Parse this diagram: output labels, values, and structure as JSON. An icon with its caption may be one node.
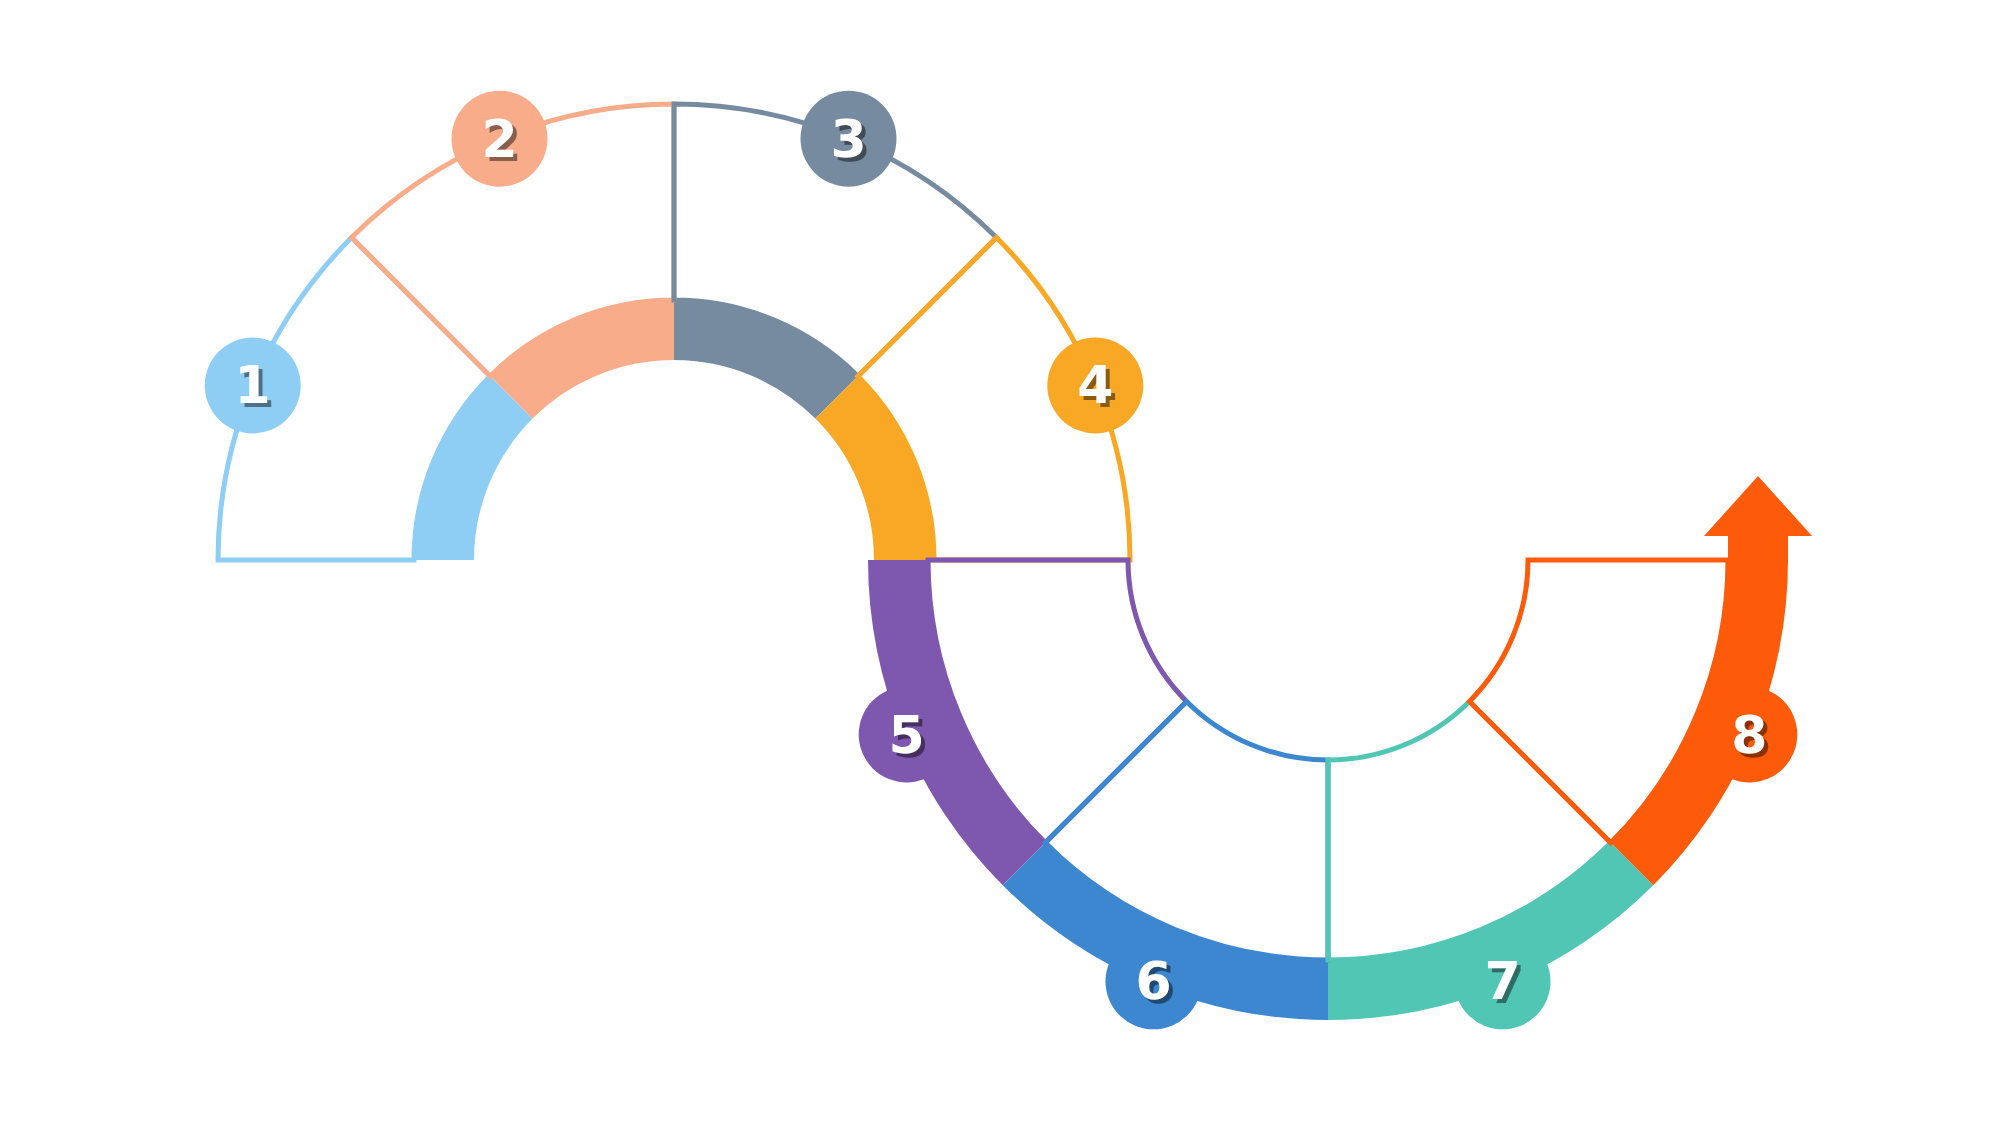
{
  "diagram": {
    "nodes": [
      {
        "text": [
          "1"
        ]
      },
      {
        "text": [
          "2"
        ]
      },
      {
        "text": [
          "3"
        ]
      },
      {
        "text": [
          "4"
        ]
      },
      {
        "text": [
          "5"
        ]
      },
      {
        "text": [
          "6"
        ]
      },
      {
        "text": [
          "7"
        ]
      },
      {
        "text": [
          "8"
        ]
      },
      {
        "text": [],
        "shape": "sector"
      },
      {
        "text": [],
        "shape": "sector"
      },
      {
        "text": [],
        "shape": "sector"
      },
      {
        "text": [],
        "shape": "sector"
      },
      {
        "text": [],
        "shape": "sector"
      },
      {
        "text": [],
        "shape": "sector"
      },
      {
        "text": [],
        "shape": "sector"
      },
      {
        "text": [],
        "shape": "sector"
      }
    ]
  }
}
